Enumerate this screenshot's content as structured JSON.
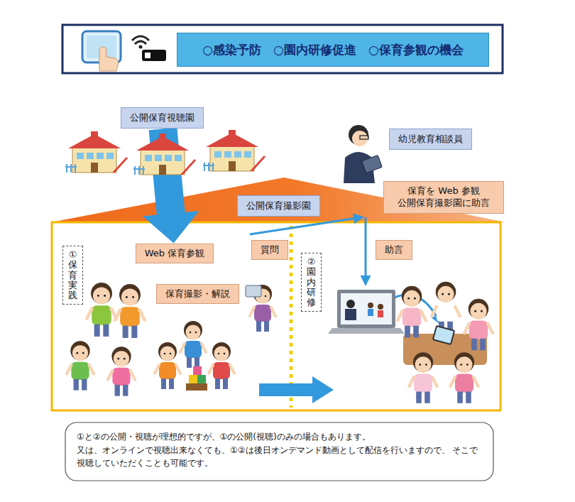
{
  "diagram": {
    "nodes": [
      {
        "text": [
          "○感染予防　○園内研修促進　○保育参観の機会"
        ]
      },
      {
        "text": [
          "公開保育視聴園"
        ]
      },
      {
        "text": [
          "幼児教育相談員"
        ]
      },
      {
        "text": [
          "保育を Web 参観 公開保育撮影園に助言"
        ]
      },
      {
        "text": [
          "公開保育撮影園"
        ]
      },
      {
        "text": [
          "質問"
        ]
      },
      {
        "text": [
          "①保育実践"
        ]
      },
      {
        "text": [
          "Web 保育参観"
        ]
      },
      {
        "text": [
          "助言"
        ]
      },
      {
        "text": [
          "②園内研修"
        ]
      },
      {
        "text": [
          "保育撮影・解説"
        ]
      },
      {
        "text": [
          "①と②の公開・視聴が理想的ですが、①の公開(視聴)のみの場合もあります。",
          "又は、オンラインで視聴出来なくても、①②は後日オンデマンド動画として配信を行いますので、 そこで視聴していただくことも可能です。"
        ]
      }
    ],
    "edges": [
      {
        "from": 1,
        "to": 7,
        "arrow": "to"
      }
    ]
  }
}
